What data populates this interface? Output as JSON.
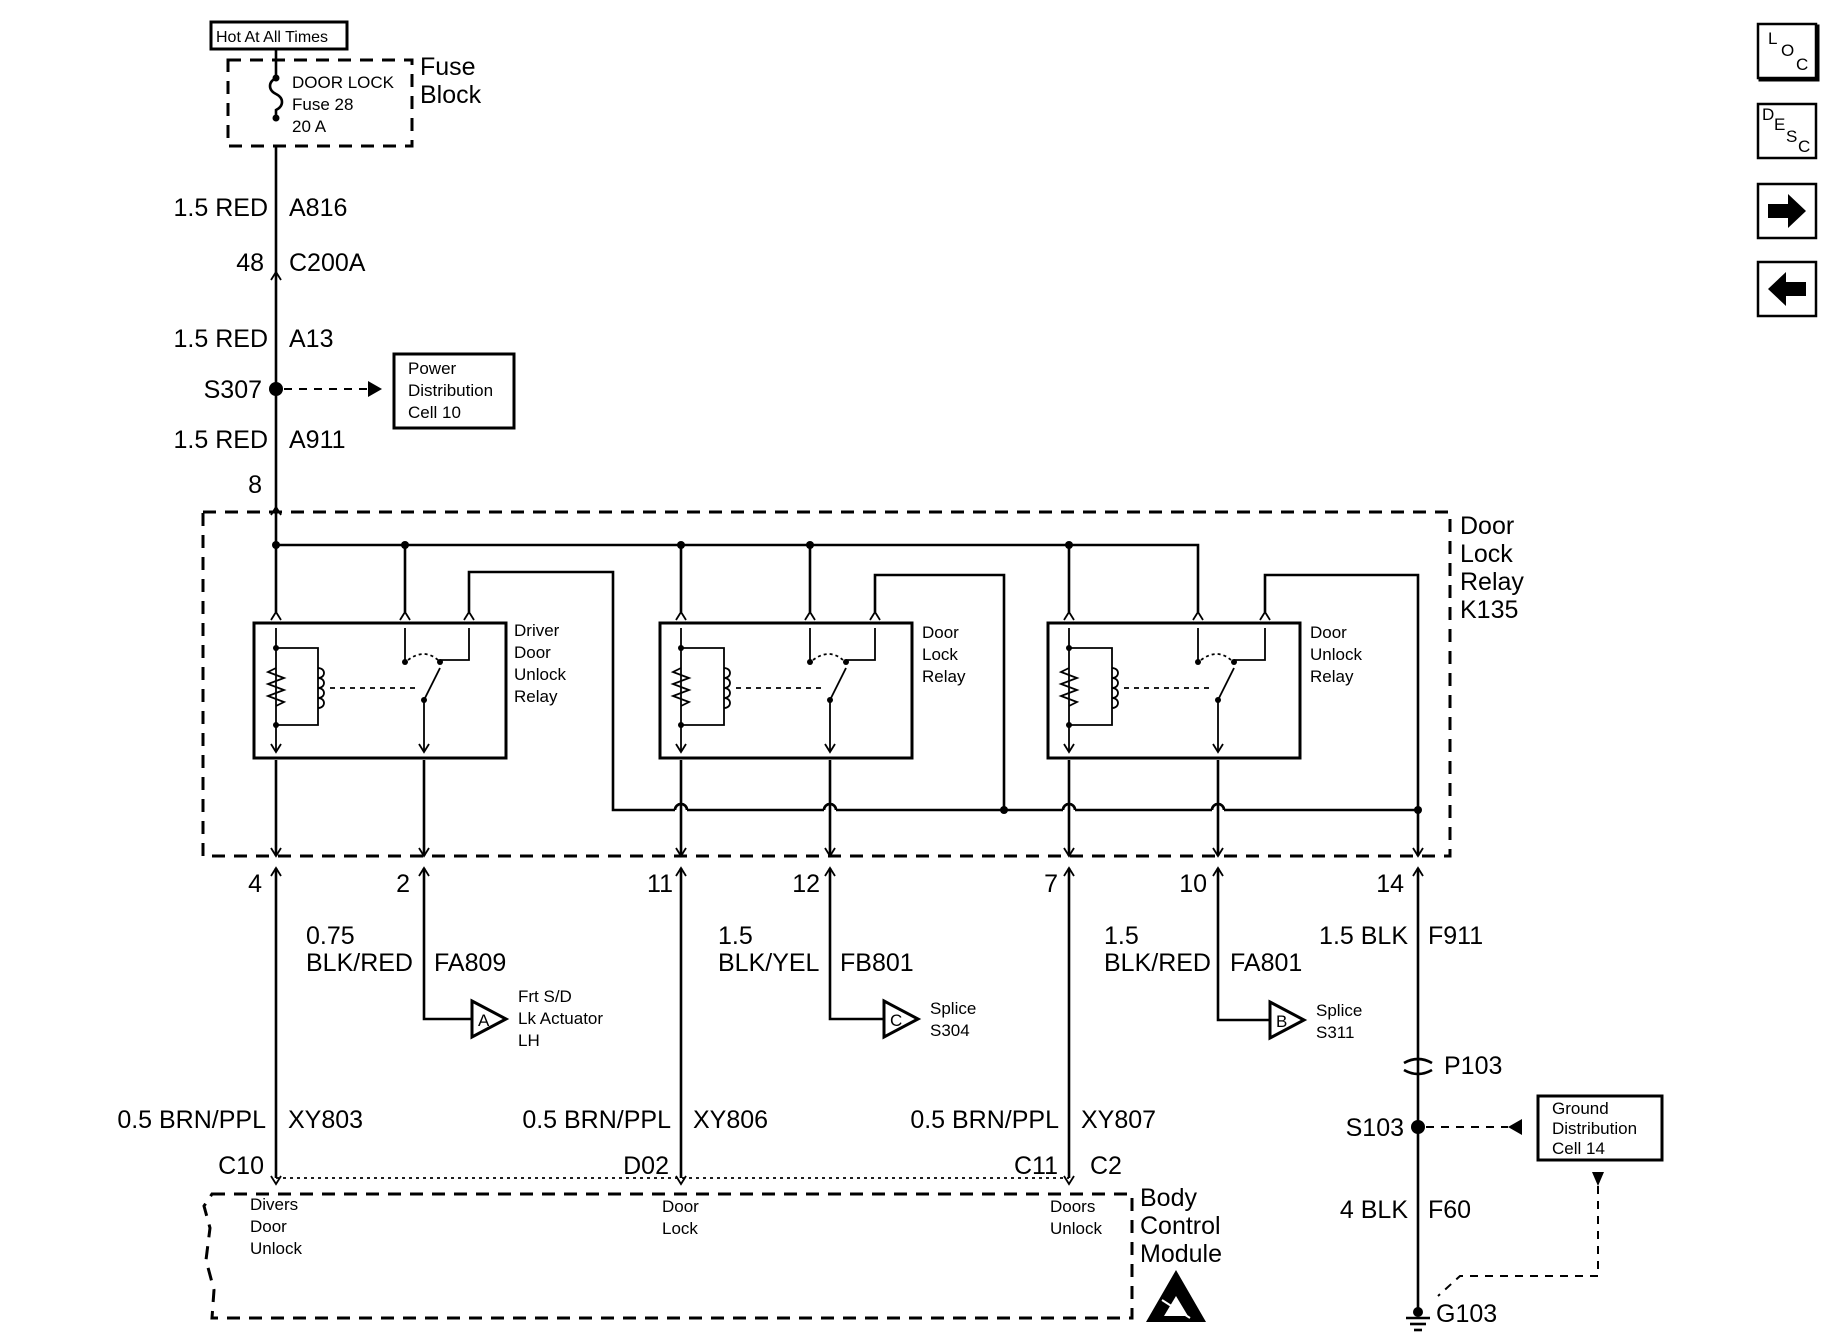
{
  "power": {
    "hot_label": "Hot At All Times",
    "fuse_line1": "DOOR LOCK",
    "fuse_line2": "Fuse 28",
    "fuse_line3": "20 A",
    "fuse_block_line1": "Fuse",
    "fuse_block_line2": "Block"
  },
  "feed": {
    "w1_gauge": "1.5 RED",
    "w1_circuit": "A816",
    "conn_pin": "48",
    "conn_name": "C200A",
    "w2_gauge": "1.5 RED",
    "w2_circuit": "A13",
    "splice": "S307",
    "pd_line1": "Power",
    "pd_line2": "Distribution",
    "pd_line3": "Cell 10",
    "w3_gauge": "1.5 RED",
    "w3_circuit": "A911",
    "relay_pin": "8"
  },
  "relay_module": {
    "line1": "Door",
    "line2": "Lock",
    "line3": "Relay",
    "line4": "K135",
    "relays": [
      {
        "line1": "Driver",
        "line2": "Door",
        "line3": "Unlock",
        "line4": "Relay"
      },
      {
        "line1": "Door",
        "line2": "Lock",
        "line3": "Relay"
      },
      {
        "line1": "Door",
        "line2": "Unlock",
        "line3": "Relay"
      }
    ],
    "pins": [
      "4",
      "2",
      "11",
      "12",
      "7",
      "10",
      "14"
    ]
  },
  "outputs": {
    "a_gauge1": "0.75",
    "a_gauge2": "BLK/RED",
    "a_circuit": "FA809",
    "a_letter": "A",
    "a_dest1": "Frt S/D",
    "a_dest2": "Lk Actuator",
    "a_dest3": "LH",
    "c_gauge1": "1.5",
    "c_gauge2": "BLK/YEL",
    "c_circuit": "FB801",
    "c_letter": "C",
    "c_dest1": "Splice",
    "c_dest2": "S304",
    "b_gauge1": "1.5",
    "b_gauge2": "BLK/RED",
    "b_circuit": "FA801",
    "b_letter": "B",
    "b_dest1": "Splice",
    "b_dest2": "S311"
  },
  "ground": {
    "w1_gauge": "1.5 BLK",
    "w1_circuit": "F911",
    "connector": "P103",
    "splice": "S103",
    "gd_line1": "Ground",
    "gd_line2": "Distribution",
    "gd_line3": "Cell 14",
    "w2_gauge": "4 BLK",
    "w2_circuit": "F60",
    "ground_point": "G103"
  },
  "bcm": {
    "w1_gauge": "0.5 BRN/PPL",
    "w1_circuit": "XY803",
    "w2_gauge": "0.5 BRN/PPL",
    "w2_circuit": "XY806",
    "w3_gauge": "0.5 BRN/PPL",
    "w3_circuit": "XY807",
    "pin1": "C10",
    "pin2": "D02",
    "pin3": "C11",
    "connector": "C2",
    "in1_line1": "Divers",
    "in1_line2": "Door",
    "in1_line3": "Unlock",
    "in2_line1": "Door",
    "in2_line2": "Lock",
    "in3_line1": "Doors",
    "in3_line2": "Unlock",
    "name_line1": "Body",
    "name_line2": "Control",
    "name_line3": "Module"
  },
  "nav": {
    "loc_l": "L",
    "loc_o": "O",
    "loc_c": "C",
    "desc_d": "D",
    "desc_e": "E",
    "desc_s": "S",
    "desc_c": "C",
    "next_icon": "arrow-right-icon",
    "prev_icon": "arrow-left-icon"
  }
}
